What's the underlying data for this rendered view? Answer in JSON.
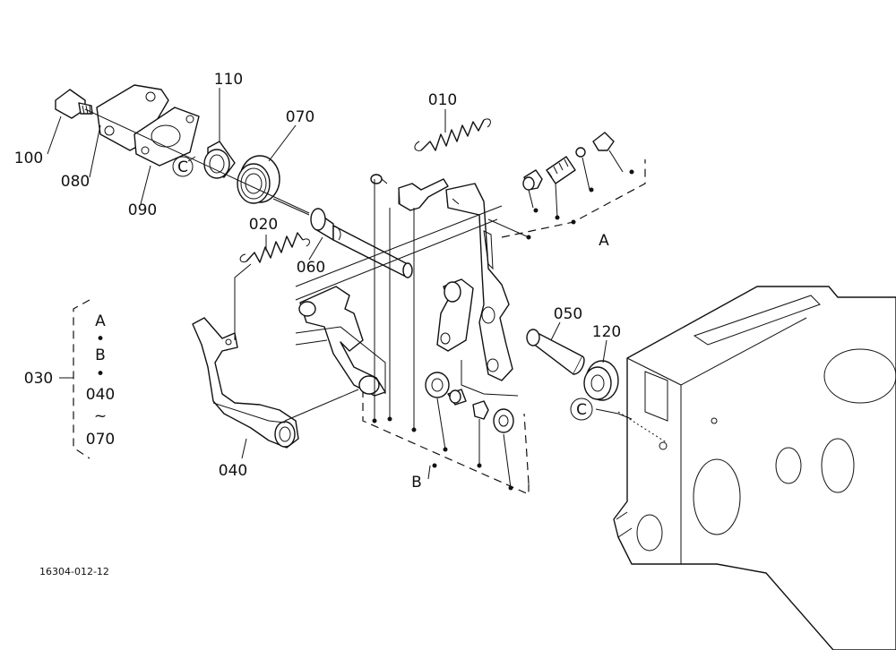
{
  "figure_code": "16304-012-12",
  "parts": {
    "p010": "010",
    "p020": "020",
    "p030": "030",
    "p040": "040",
    "p050": "050",
    "p060": "060",
    "p070": "070",
    "p080": "080",
    "p090": "090",
    "p100": "100",
    "p110": "110",
    "p120": "120"
  },
  "markers": {
    "a": "A",
    "b": "B",
    "c_left": "C",
    "c_right": "C"
  },
  "set_030": {
    "line1": "A",
    "sep1": "•",
    "line2": "B",
    "sep2": "•",
    "line3": "040",
    "sep3": "~",
    "line4": "070"
  }
}
